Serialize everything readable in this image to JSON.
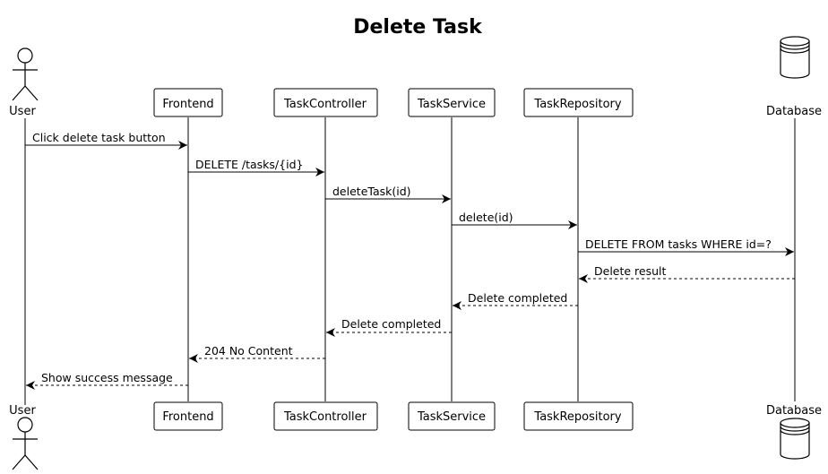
{
  "diagram": {
    "title": "Delete Task",
    "participants": [
      {
        "id": "user",
        "label": "User",
        "kind": "actor"
      },
      {
        "id": "frontend",
        "label": "Frontend",
        "kind": "participant"
      },
      {
        "id": "controller",
        "label": "TaskController",
        "kind": "participant"
      },
      {
        "id": "service",
        "label": "TaskService",
        "kind": "participant"
      },
      {
        "id": "repository",
        "label": "TaskRepository",
        "kind": "participant"
      },
      {
        "id": "database",
        "label": "Database",
        "kind": "database"
      }
    ],
    "messages": [
      {
        "from": "user",
        "to": "frontend",
        "label": "Click delete task button",
        "style": "solid"
      },
      {
        "from": "frontend",
        "to": "controller",
        "label": "DELETE /tasks/{id}",
        "style": "solid"
      },
      {
        "from": "controller",
        "to": "service",
        "label": "deleteTask(id)",
        "style": "solid"
      },
      {
        "from": "service",
        "to": "repository",
        "label": "delete(id)",
        "style": "solid"
      },
      {
        "from": "repository",
        "to": "database",
        "label": "DELETE FROM tasks WHERE id=?",
        "style": "solid"
      },
      {
        "from": "database",
        "to": "repository",
        "label": "Delete result",
        "style": "dashed"
      },
      {
        "from": "repository",
        "to": "service",
        "label": "Delete completed",
        "style": "dashed"
      },
      {
        "from": "service",
        "to": "controller",
        "label": "Delete completed",
        "style": "dashed"
      },
      {
        "from": "controller",
        "to": "frontend",
        "label": "204 No Content",
        "style": "dashed"
      },
      {
        "from": "frontend",
        "to": "user",
        "label": "Show success message",
        "style": "dashed"
      }
    ]
  }
}
